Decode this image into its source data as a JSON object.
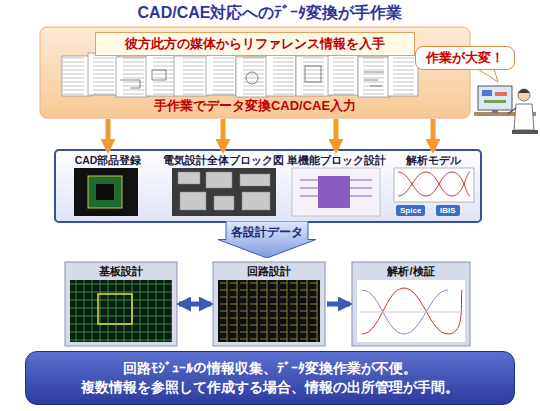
{
  "diagram": {
    "title": "CAD/CAE対応へのﾃﾞｰﾀ変換が手作業",
    "nodes": [
      {
        "text": [
          "手作業でデータ変換CAD/CAE入力"
        ]
      },
      {
        "text": [
          "彼方此方の媒体からリファレンス情報を入手"
        ],
        "in": 0
      },
      {
        "text": [
          "作業が大変！"
        ]
      },
      {
        "text": [
          "CAD部品登録"
        ]
      },
      {
        "text": [
          "電気設計全体ブロック図"
        ]
      },
      {
        "text": [
          "単機能ブロック設計"
        ]
      },
      {
        "text": [
          "解析モデル"
        ]
      },
      {
        "text": [
          "各設計データ"
        ]
      },
      {
        "text": [
          "基板設計"
        ]
      },
      {
        "text": [
          "回路設計"
        ]
      },
      {
        "text": [
          "解析/検証"
        ]
      },
      {
        "text": [
          "回路ﾓｼﾞｭｰﾙの情報収集、ﾃﾞｰﾀ変換作業が不便。 複数情報を参照して作成する場合、情報の出所管理が手間。"
        ]
      }
    ],
    "edges": [
      {
        "from": 0,
        "to": 3,
        "arrow": "to"
      },
      {
        "from": 0,
        "to": 4,
        "arrow": "to"
      },
      {
        "from": 0,
        "to": 5,
        "arrow": "to"
      },
      {
        "from": 0,
        "to": 6,
        "arrow": "to"
      },
      {
        "from": 8,
        "to": 9,
        "arrow": "both"
      },
      {
        "from": 9,
        "to": 10,
        "arrow": "to"
      }
    ],
    "labels": [
      "Spice",
      "IBIS"
    ]
  }
}
